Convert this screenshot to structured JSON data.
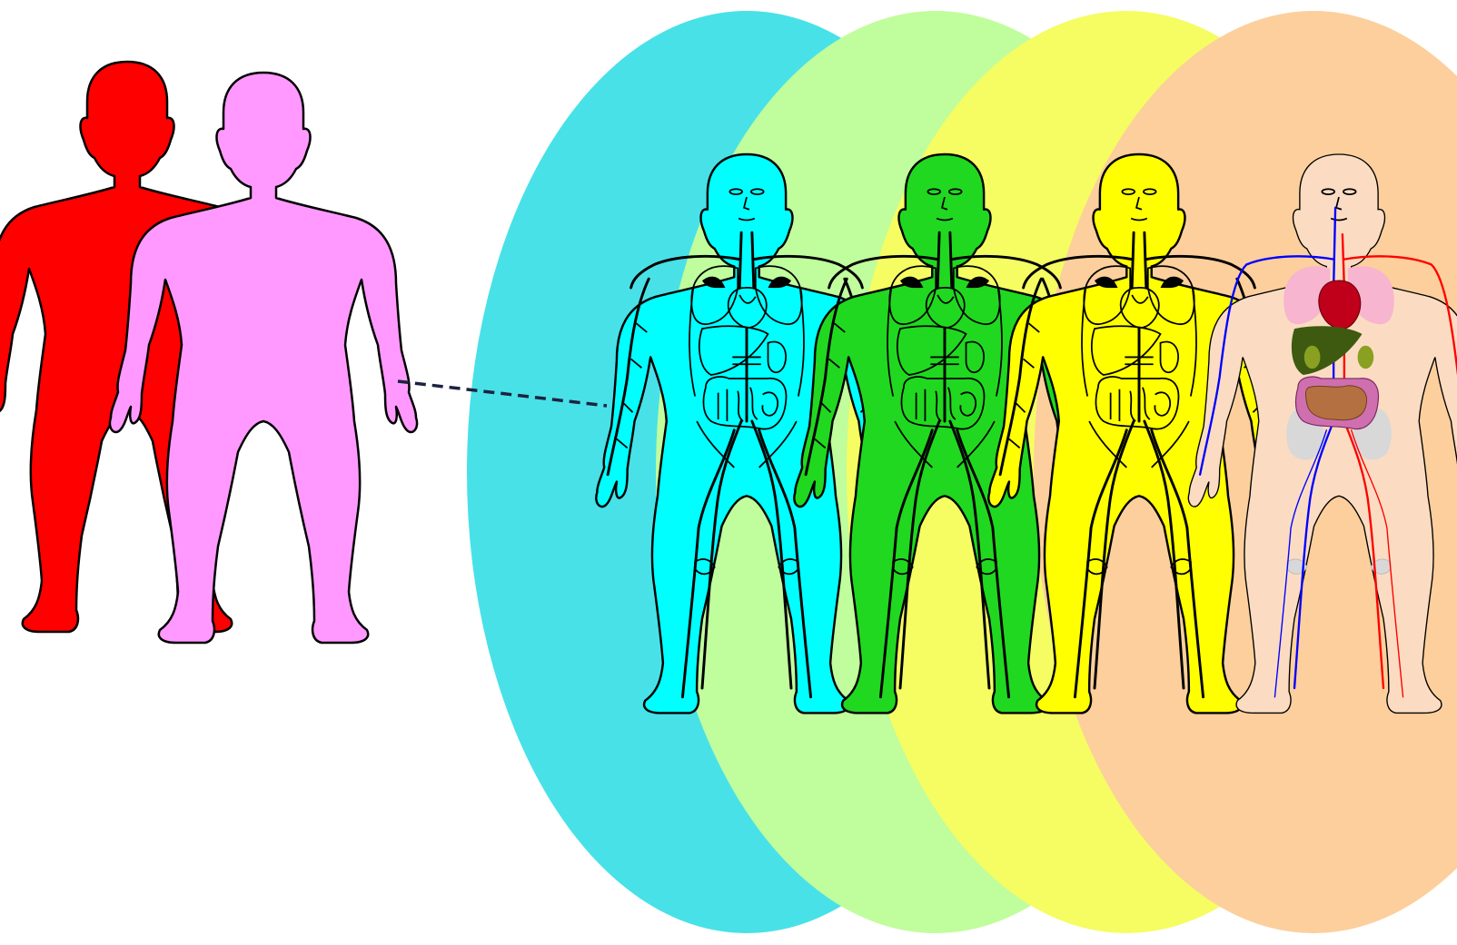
{
  "colors": {
    "background": "#ffffff",
    "outline": "#000000",
    "connector": "#1c2340",
    "figure_red": "#ff0000",
    "figure_pink": "#ff99ff",
    "ellipses": [
      "#48e1e8",
      "#c0fd9c",
      "#f5fd62",
      "#fccf9c"
    ],
    "bodies": [
      "#00ffff",
      "#20d820",
      "#ffff00",
      "#fbdcc2"
    ],
    "anatomy": {
      "artery": "#ff0000",
      "vein": "#0000ff",
      "heart": "#c0001a",
      "lungs": "#f7b5cf",
      "liver": "#3d5a10",
      "kidney": "#8aa020",
      "colon": "#d06fb0",
      "intestine": "#b47040",
      "bones": "#d8d8d8"
    }
  },
  "diagram": {
    "left_figures": [
      {
        "name": "red-silhouette",
        "color_key": "figure_red"
      },
      {
        "name": "pink-silhouette",
        "color_key": "figure_pink"
      }
    ],
    "connector": {
      "style": "dashed"
    },
    "anatomical_figures": [
      {
        "name": "cyan-anatomy-figure",
        "detail": "line-art"
      },
      {
        "name": "green-anatomy-figure",
        "detail": "line-art"
      },
      {
        "name": "yellow-anatomy-figure",
        "detail": "line-art"
      },
      {
        "name": "colored-anatomy-figure",
        "detail": "full-color"
      }
    ]
  }
}
